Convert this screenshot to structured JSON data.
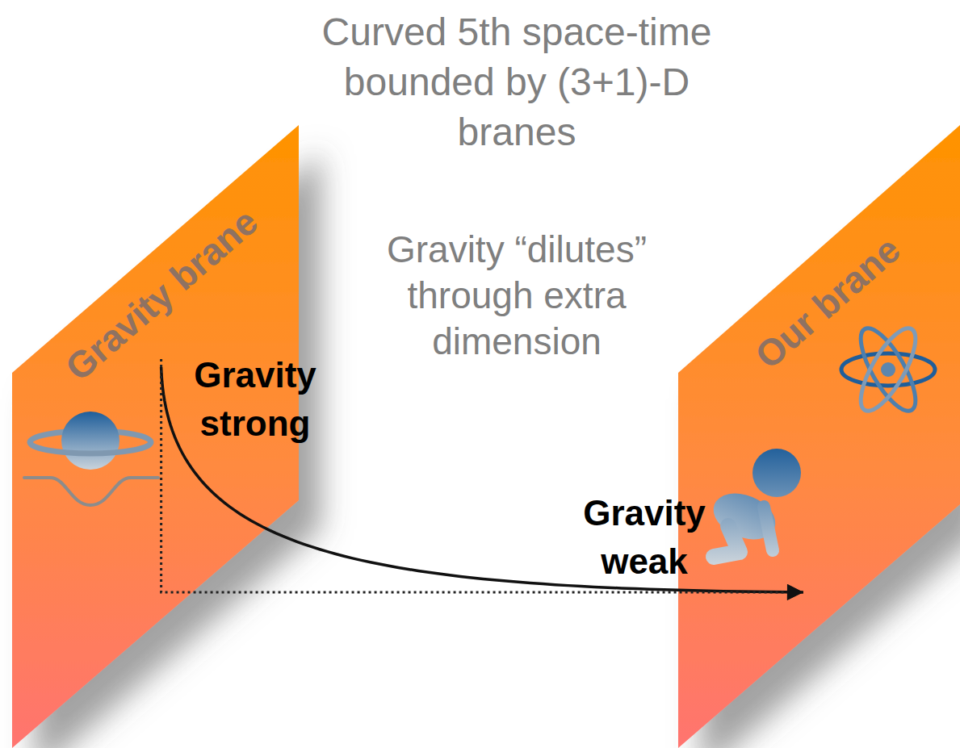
{
  "diagram": {
    "title": "Curved 5th space-time bounded by (3+1)-D branes",
    "nodes": [
      {
        "text": [
          "Gravity brane"
        ]
      },
      {
        "text": [
          "Our brane"
        ]
      }
    ],
    "edges": [
      {
        "from": 0,
        "to": 1,
        "arrow": "to"
      },
      {
        "from": 0,
        "to": 1,
        "arrow": "to"
      }
    ],
    "labels": [
      "Gravity “dilutes” through extra dimension",
      "Gravity strong",
      "Gravity weak"
    ]
  }
}
